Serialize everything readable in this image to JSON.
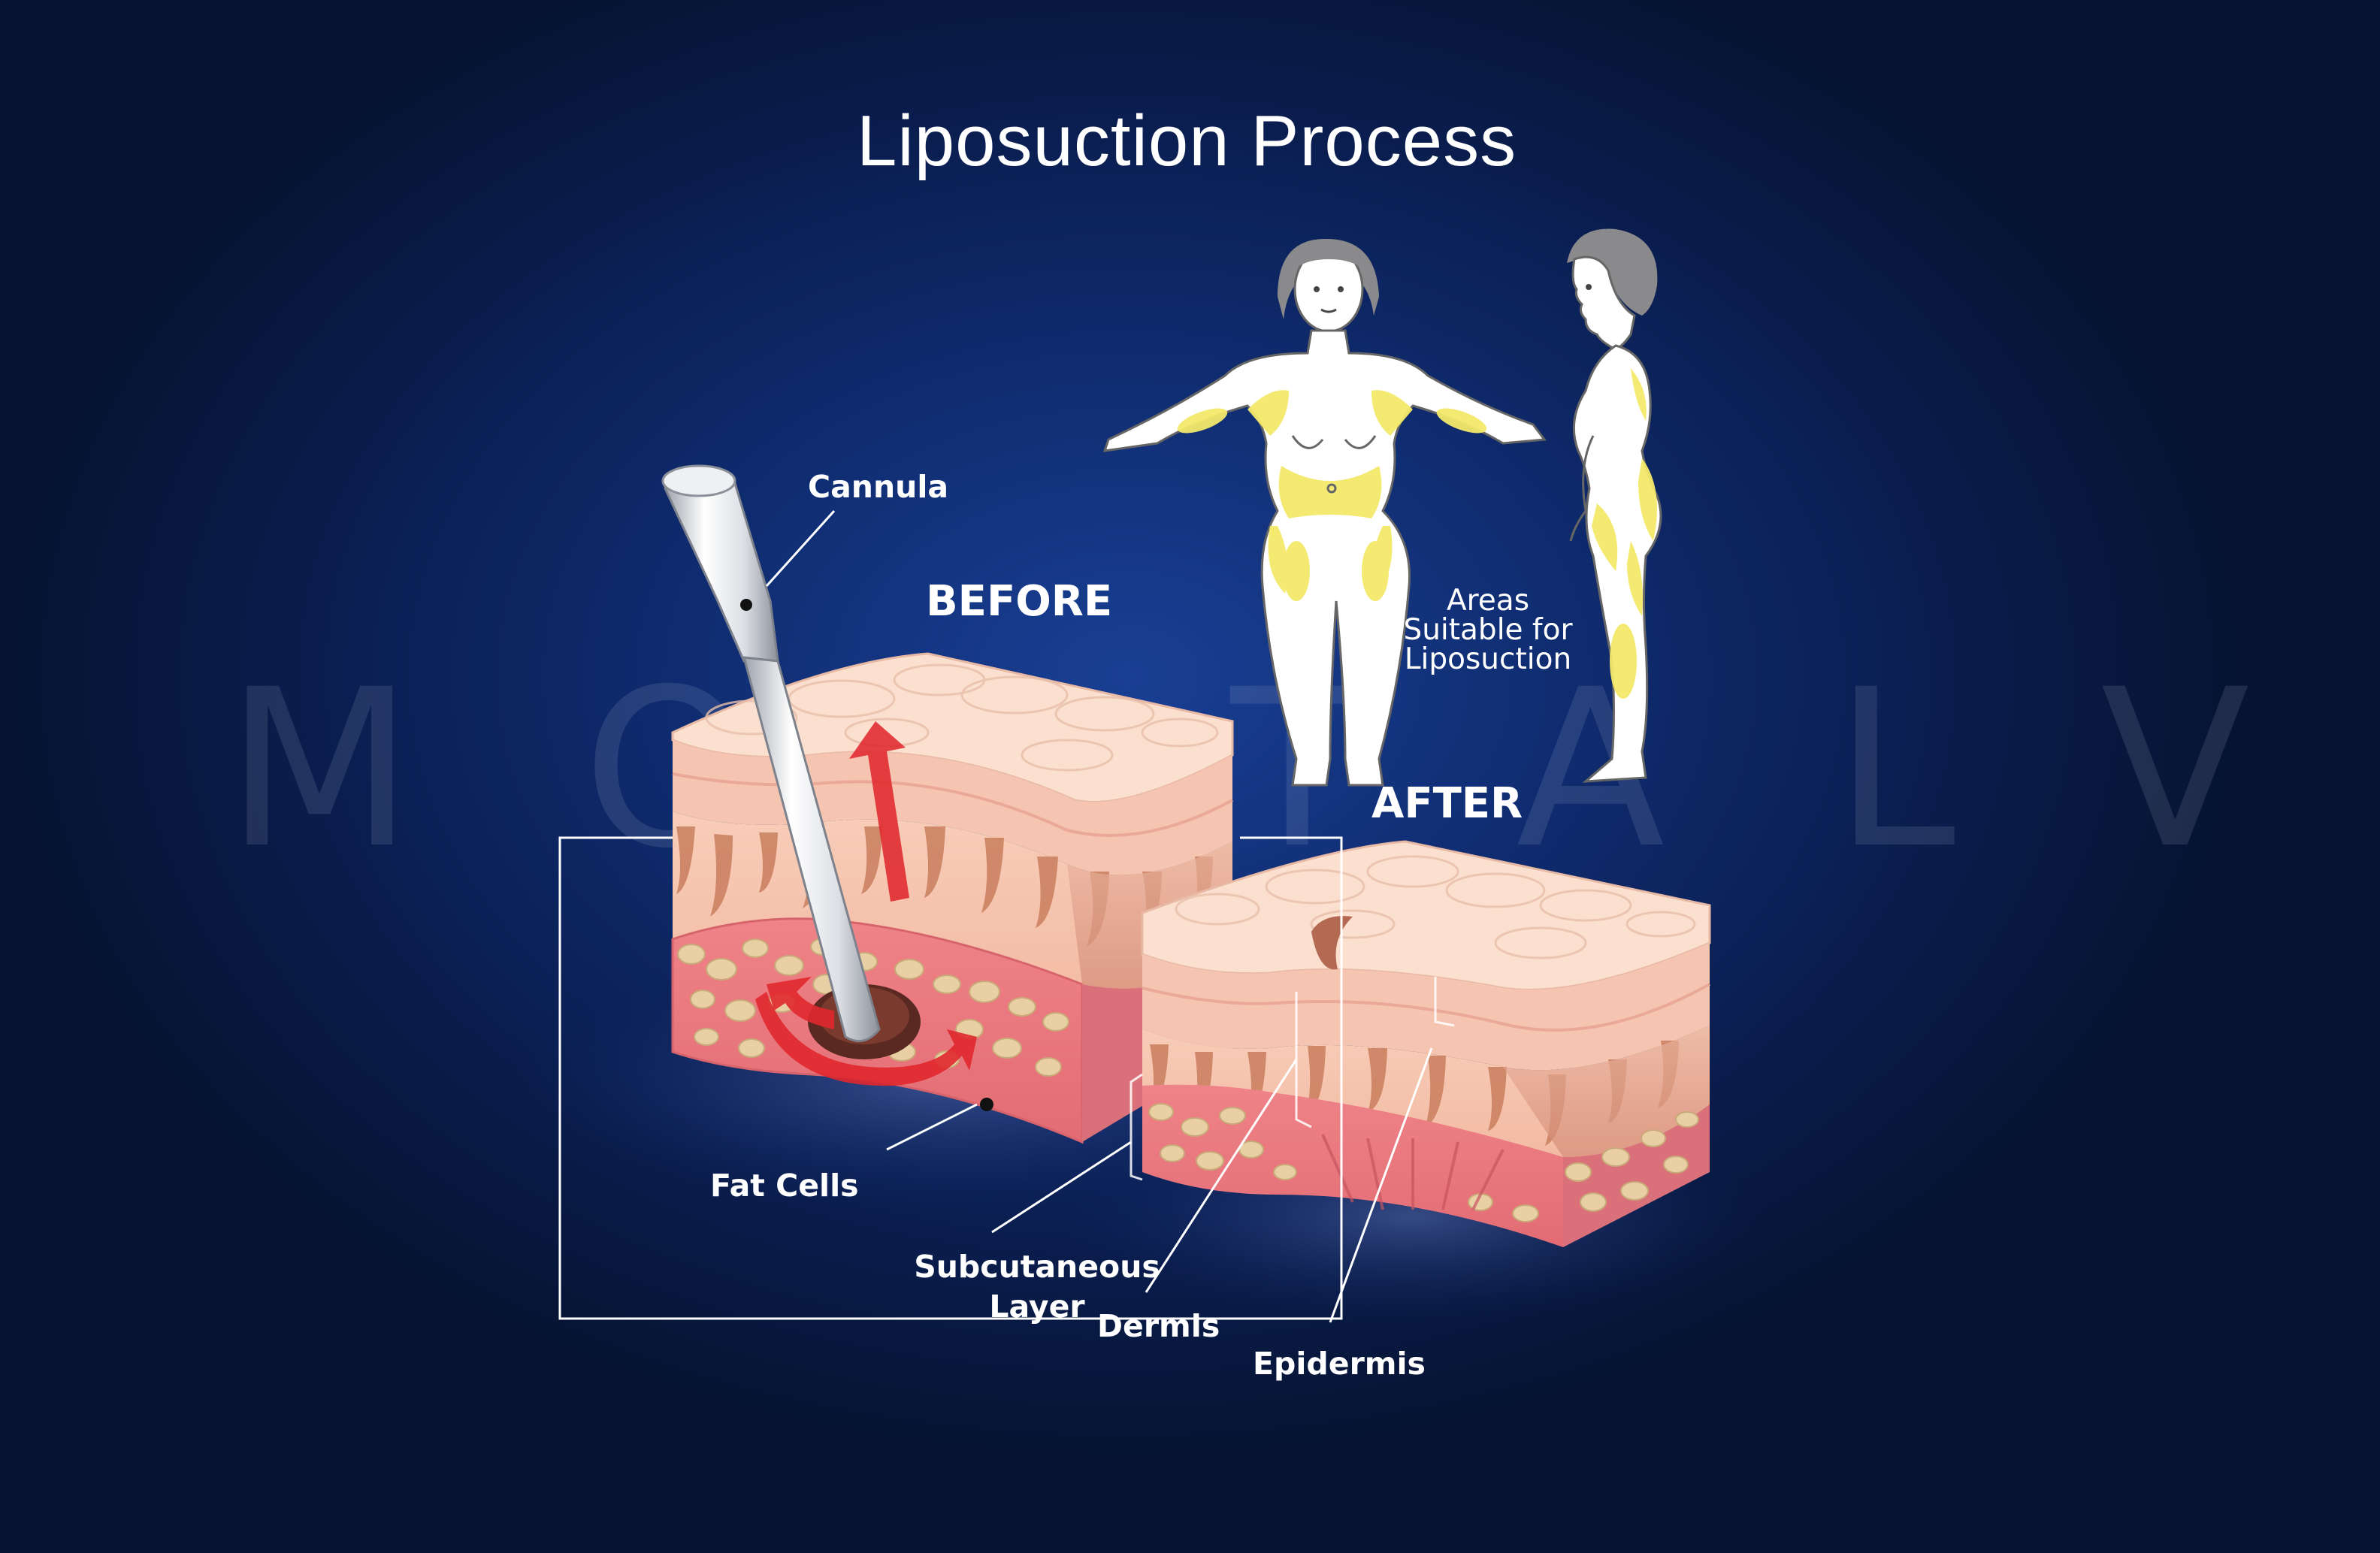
{
  "title": "Liposuction Process",
  "watermark": "MOSTALVAN",
  "headings": {
    "before": "BEFORE",
    "after": "AFTER"
  },
  "labels": {
    "cannula": "Cannula",
    "fat_cells": "Fat Cells",
    "subcutaneous_line1": "Subcutaneous",
    "subcutaneous_line2": "Layer",
    "dermis": "Dermis",
    "epidermis": "Epidermis",
    "areas_line1": "Areas",
    "areas_line2": "Suitable for",
    "areas_line3": "Liposuction"
  },
  "colors": {
    "background": "#0f2b6e",
    "skin_surface": "#f9d8c6",
    "epidermis": "#f7c9b8",
    "dermis": "#eaa58f",
    "subcutaneous": "#e8747a",
    "fat_cell": "#e8cfa4",
    "arrow": "#e0282e",
    "highlight_areas": "#f4e96b"
  }
}
